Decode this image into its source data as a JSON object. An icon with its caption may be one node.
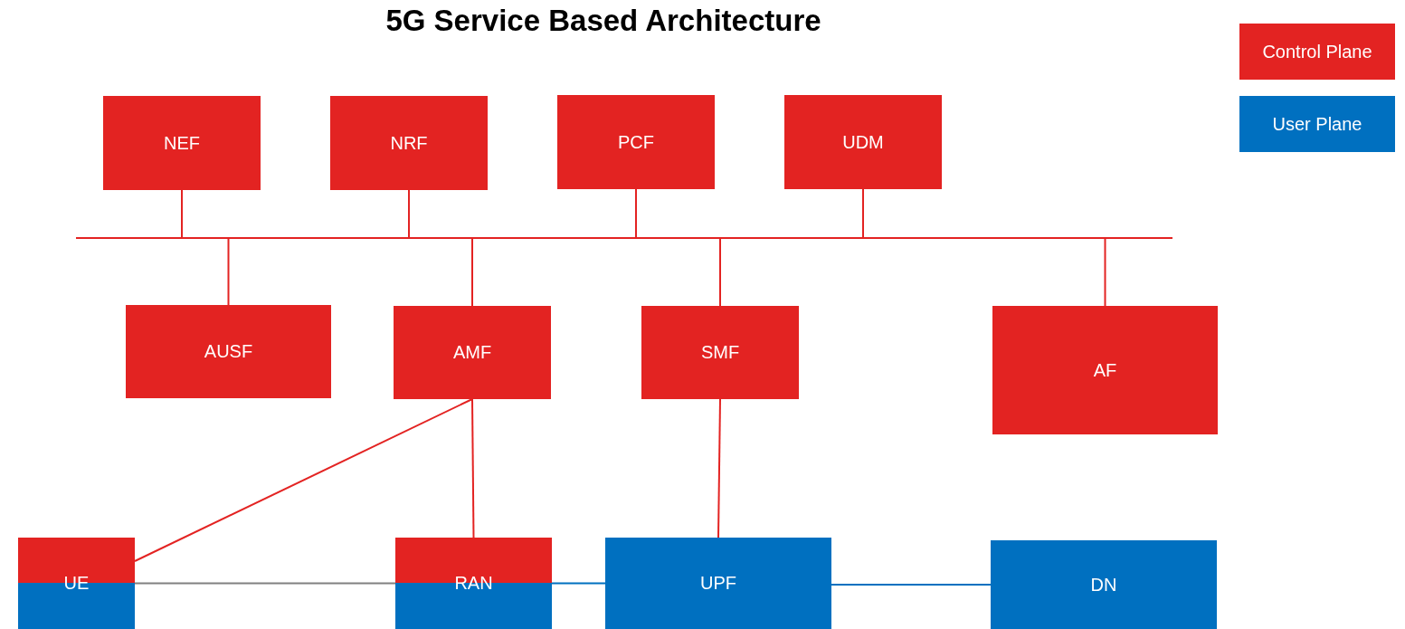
{
  "diagram": {
    "title": "5G Service Based Architecture",
    "nodes": [
      {
        "text": [
          "NEF"
        ]
      },
      {
        "text": [
          "NRF"
        ]
      },
      {
        "text": [
          "PCF"
        ]
      },
      {
        "text": [
          "UDM"
        ]
      },
      {
        "text": [],
        "shape": "bar"
      },
      {
        "text": [
          "AUSF"
        ]
      },
      {
        "text": [
          "AMF"
        ]
      },
      {
        "text": [
          "SMF"
        ]
      },
      {
        "text": [
          "AF"
        ]
      },
      {
        "text": [
          "UE"
        ]
      },
      {
        "text": [
          "RAN"
        ]
      },
      {
        "text": [
          "UPF"
        ]
      },
      {
        "text": [
          "DN"
        ]
      }
    ],
    "edges": [
      {
        "from": 0,
        "to": 4,
        "arrow": "none"
      },
      {
        "from": 1,
        "to": 4,
        "arrow": "none"
      },
      {
        "from": 2,
        "to": 4,
        "arrow": "none"
      },
      {
        "from": 3,
        "to": 4,
        "arrow": "none"
      },
      {
        "from": 5,
        "to": 4,
        "arrow": "none"
      },
      {
        "from": 6,
        "to": 4,
        "arrow": "none"
      },
      {
        "from": 7,
        "to": 4,
        "arrow": "none"
      },
      {
        "from": 8,
        "to": 4,
        "arrow": "none"
      },
      {
        "from": 6,
        "to": 9,
        "arrow": "none"
      },
      {
        "from": 6,
        "to": 10,
        "arrow": "none"
      },
      {
        "from": 7,
        "to": 11,
        "arrow": "none"
      },
      {
        "from": 9,
        "to": 10,
        "arrow": "none",
        "color": "#808080"
      },
      {
        "from": 10,
        "to": 11,
        "arrow": "none",
        "color": "#0070c0"
      },
      {
        "from": 11,
        "to": 12,
        "arrow": "none",
        "color": "#0070c0"
      }
    ],
    "legend": [
      {
        "text": "Control Plane",
        "color": "#e32322"
      },
      {
        "text": "User Plane",
        "color": "#0070c0"
      }
    ]
  }
}
